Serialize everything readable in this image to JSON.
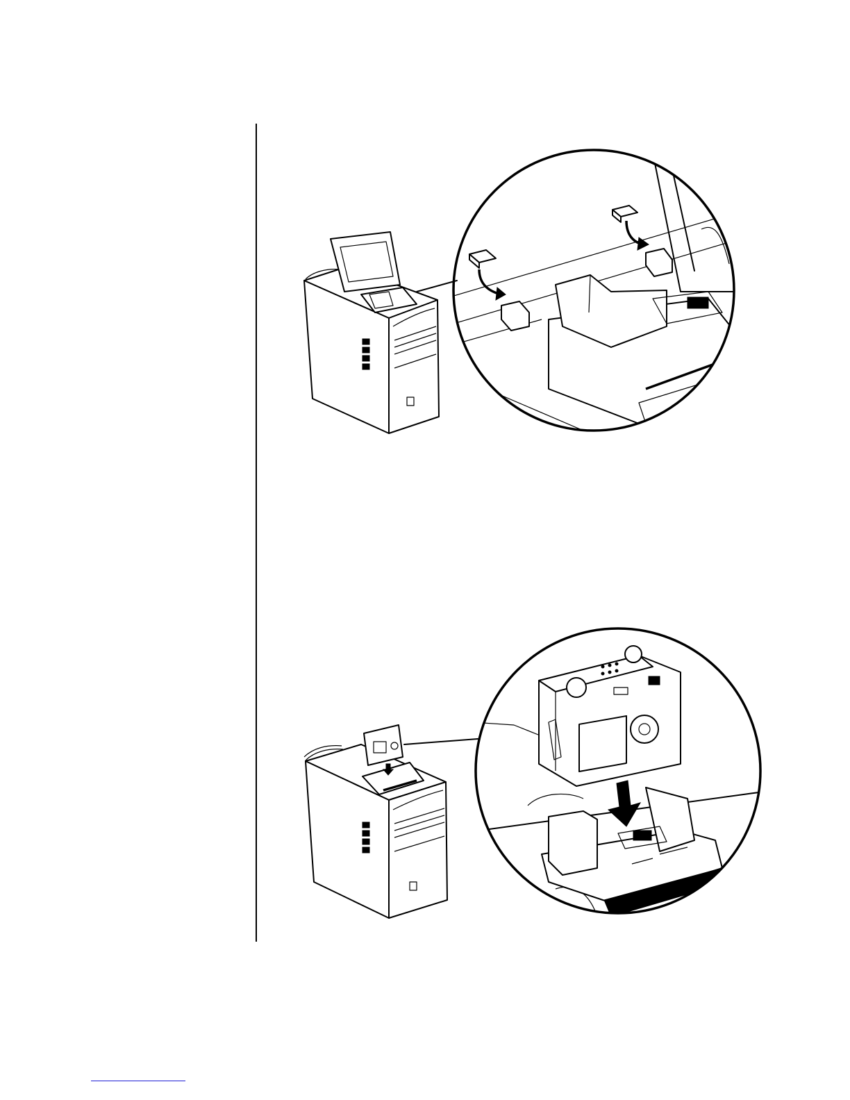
{
  "page": {
    "background": "#ffffff",
    "rule_color": "#000000",
    "footer_link_color": "#1f1fd6"
  },
  "figures": [
    {
      "id": "figure-1",
      "depicts": "pc-tower-open-dock-lid-with-magnified-adapter-tabs",
      "icons": [
        "pc-tower-icon",
        "dock-adapter-tab-icon",
        "insert-arrow-icon"
      ]
    },
    {
      "id": "figure-2",
      "depicts": "pc-tower-camera-dock-with-magnified-camera-insertion",
      "icons": [
        "pc-tower-icon",
        "digital-camera-icon",
        "down-arrow-icon",
        "dock-connector-icon"
      ]
    }
  ]
}
